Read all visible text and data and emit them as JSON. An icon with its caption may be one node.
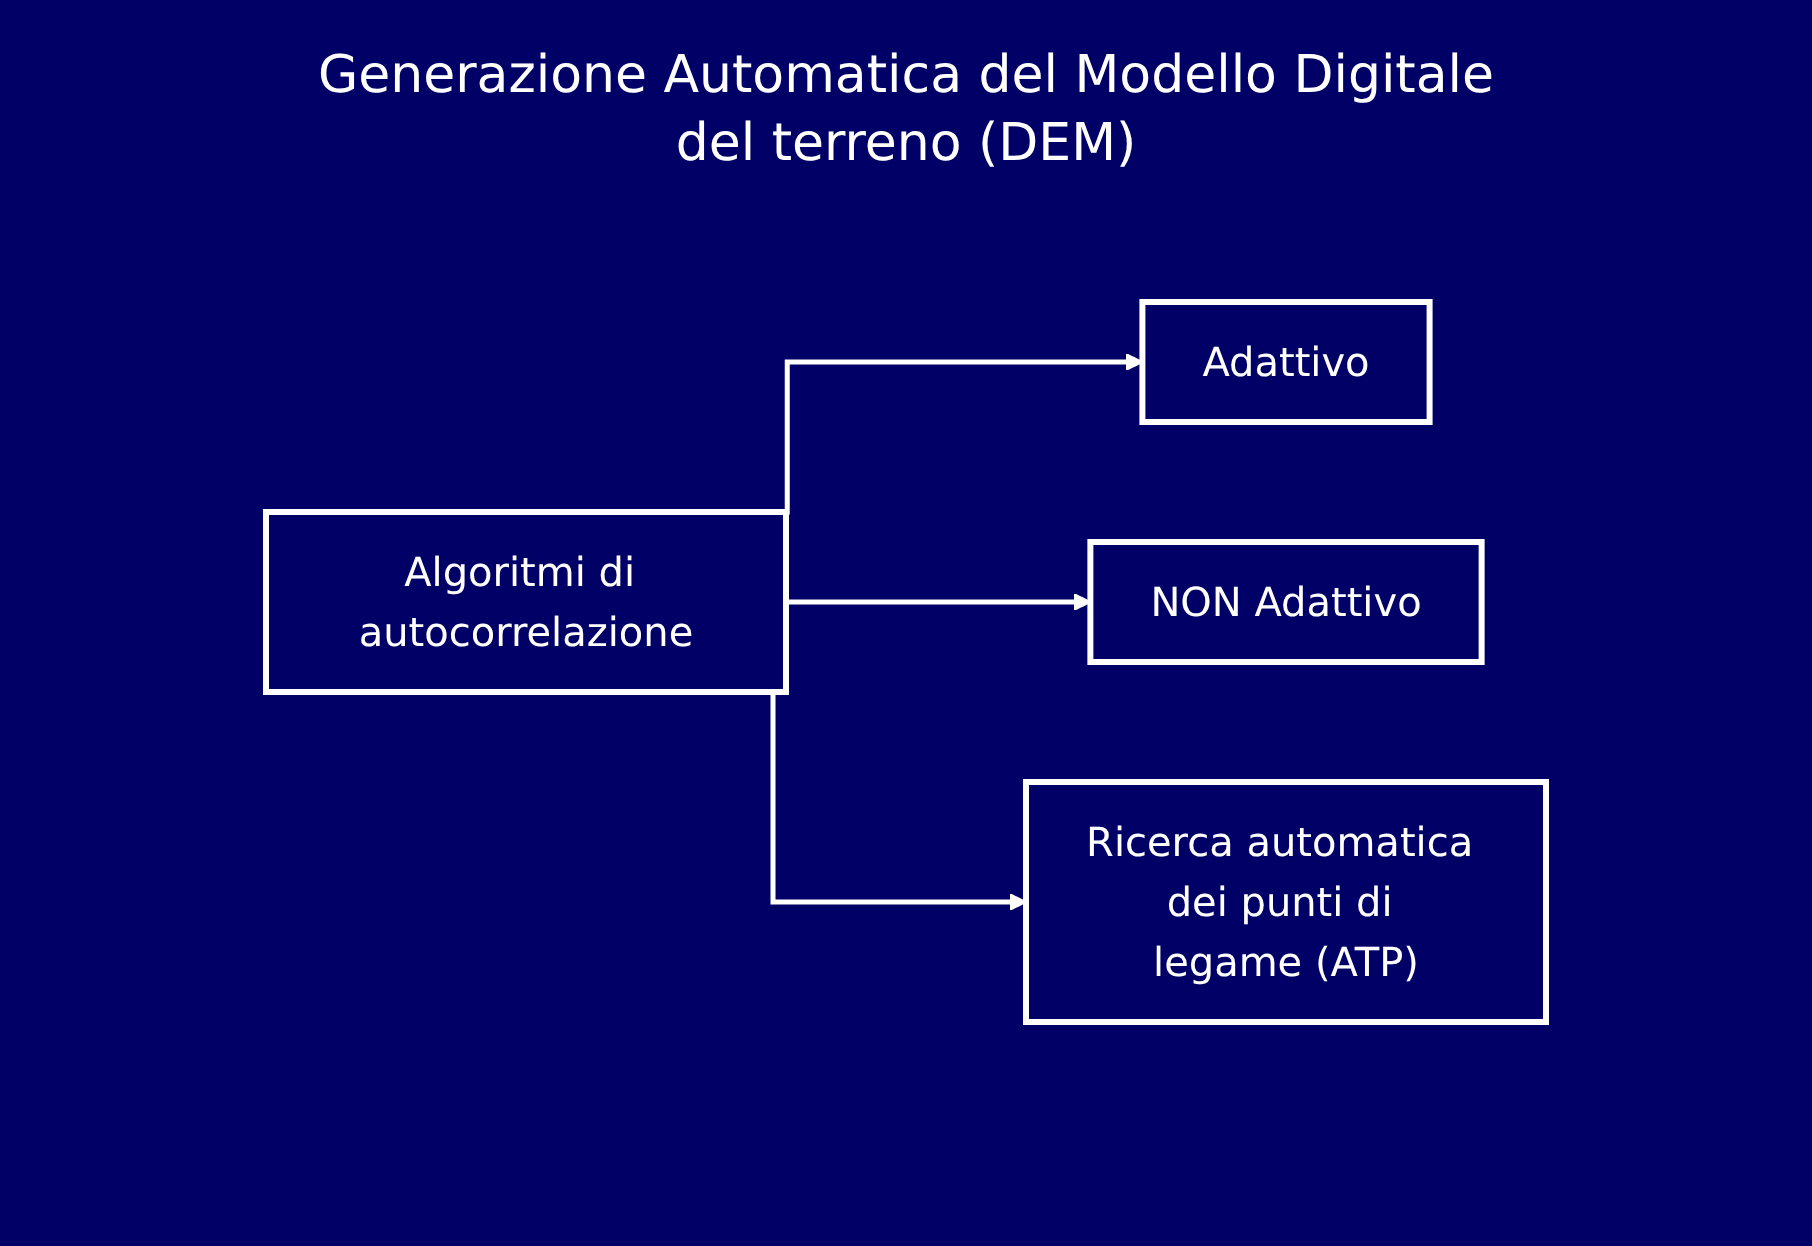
{
  "diagram": {
    "title": "Generazione Automatica del Modello Digitale del terreno (DEM)",
    "nodes": [
      {
        "text": [
          "Adattivo"
        ]
      },
      {
        "text": [
          "Algoritmi di autocorrelazione"
        ]
      },
      {
        "text": [
          "NON Adattivo"
        ]
      },
      {
        "text": [
          "Ricerca automatica dei punti di legame (ATP)"
        ]
      }
    ],
    "edges": [
      {
        "from": 1,
        "to": 0,
        "arrow": "to"
      },
      {
        "from": 1,
        "to": 2,
        "arrow": "to"
      },
      {
        "from": 1,
        "to": 3,
        "arrow": "to"
      }
    ]
  }
}
